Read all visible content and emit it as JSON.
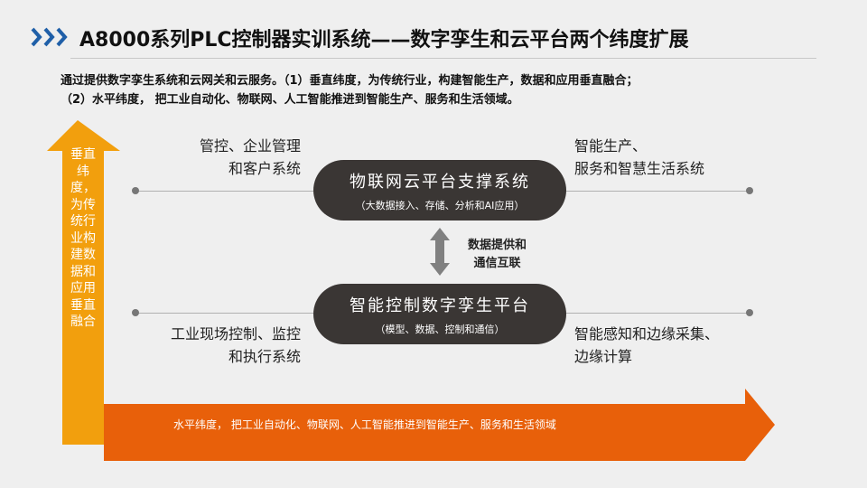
{
  "header": {
    "title": "A8000系列PLC控制器实训系统——数字孪生和云平台两个纬度扩展"
  },
  "intro": {
    "line1": "通过提供数字孪生系统和云网关和云服务。（1）垂直纬度，为传统行业，构建智能生产，数据和应用垂直融合；",
    "line2": "（2）水平纬度， 把工业自动化、物联网、人工智能推进到智能生产、服务和生活领域。"
  },
  "vertical_arrow": {
    "text": "垂直纬度，为传统行业构建数据和应用垂直融合"
  },
  "horizontal_arrow": {
    "text": "水平纬度， 把工业自动化、物联网、人工智能推进到智能生产、服务和生活领域"
  },
  "cloud": {
    "title": "物联网云平台支撑系统",
    "subtitle": "（大数据接入、存储、分析和AI应用）"
  },
  "twin": {
    "title": "智能控制数字孪生平台",
    "subtitle": "（模型、数据、控制和通信）"
  },
  "link": {
    "line1": "数据提供和",
    "line2": "通信互联"
  },
  "top_left": {
    "line1": "管控、企业管理",
    "line2": "和客户系统"
  },
  "top_right": {
    "line1": "智能生产、",
    "line2": "服务和智慧生活系统"
  },
  "bottom_left": {
    "line1": "工业现场控制、监控",
    "line2": "和执行系统"
  },
  "bottom_right": {
    "line1": "智能感知和边缘采集、",
    "line2": "边缘计算"
  },
  "colors": {
    "accent_blue": "#1f5fa8",
    "vertical": "#f29f0d",
    "horizontal": "#e8600a",
    "pill": "#3a3634"
  }
}
